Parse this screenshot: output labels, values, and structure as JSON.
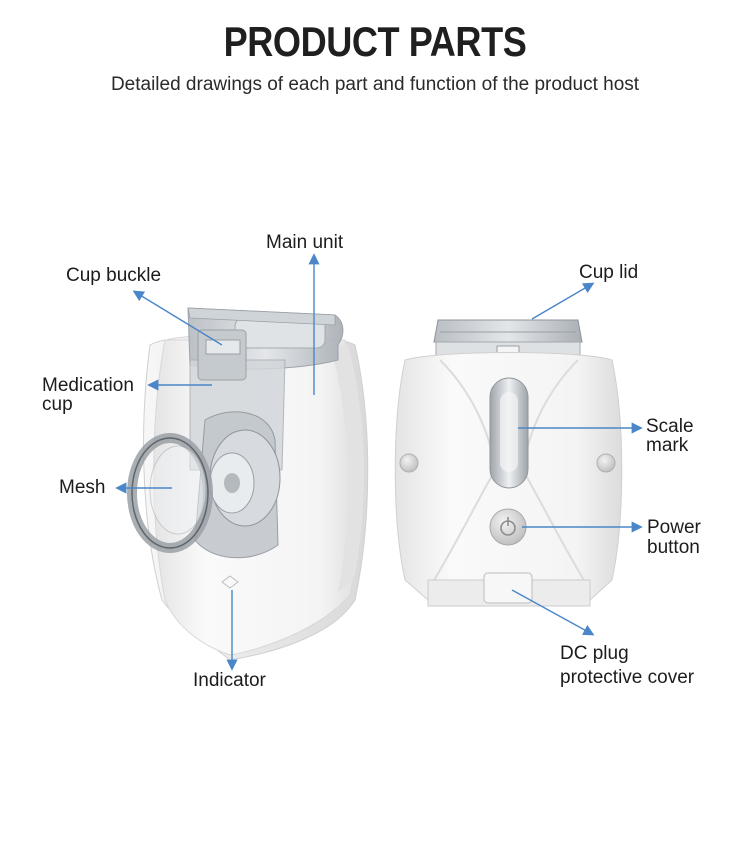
{
  "header": {
    "title": "PRODUCT PARTS",
    "subtitle": "Detailed drawings of each part and function of the product host"
  },
  "labels": {
    "main_unit": "Main unit",
    "cup_buckle": "Cup buckle",
    "medication_cup_1": "Medication",
    "medication_cup_2": "cup",
    "mesh": "Mesh",
    "indicator": "Indicator",
    "cup_lid": "Cup lid",
    "scale_mark_1": "Scale",
    "scale_mark_2": "mark",
    "power_button_1": "Power",
    "power_button_2": "button",
    "dc_plug_1": "DC plug",
    "dc_plug_2": "protective cover"
  },
  "colors": {
    "arrow": "#4a86c8",
    "device_body": "#f4f4f4",
    "device_shadow": "#d6d6d6",
    "translucent": "#c9ced3",
    "text": "#1c1c1c"
  }
}
